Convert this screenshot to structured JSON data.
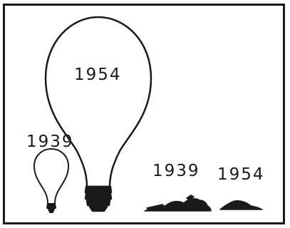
{
  "labels": {
    "large_bulb_year": "1954",
    "small_bulb_year": "1939",
    "flat_object_year_left": "1939",
    "flat_object_year_right": "1954"
  }
}
